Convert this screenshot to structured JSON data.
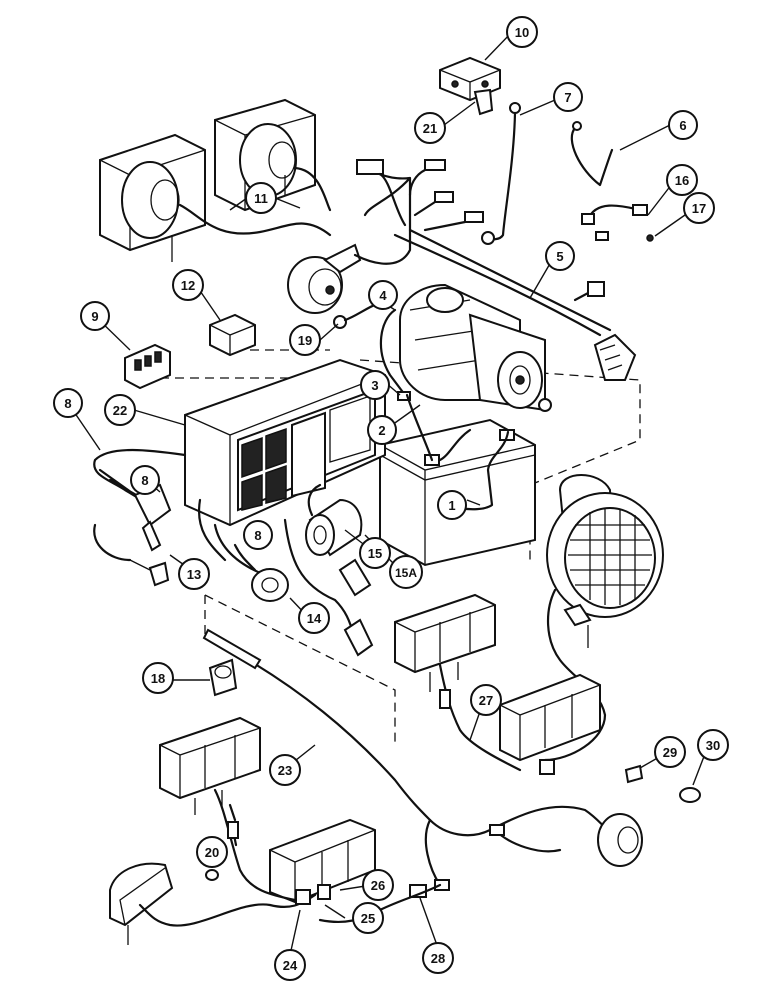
{
  "callouts": [
    {
      "id": "1",
      "label": "1"
    },
    {
      "id": "2",
      "label": "2"
    },
    {
      "id": "3",
      "label": "3"
    },
    {
      "id": "4",
      "label": "4"
    },
    {
      "id": "5",
      "label": "5"
    },
    {
      "id": "6",
      "label": "6"
    },
    {
      "id": "7",
      "label": "7"
    },
    {
      "id": "8a",
      "label": "8"
    },
    {
      "id": "8b",
      "label": "8"
    },
    {
      "id": "8c",
      "label": "8"
    },
    {
      "id": "9",
      "label": "9"
    },
    {
      "id": "10",
      "label": "10"
    },
    {
      "id": "11",
      "label": "11"
    },
    {
      "id": "12",
      "label": "12"
    },
    {
      "id": "13",
      "label": "13"
    },
    {
      "id": "14",
      "label": "14"
    },
    {
      "id": "15",
      "label": "15"
    },
    {
      "id": "15a",
      "label": "15A"
    },
    {
      "id": "16",
      "label": "16"
    },
    {
      "id": "17",
      "label": "17"
    },
    {
      "id": "18",
      "label": "18"
    },
    {
      "id": "19",
      "label": "19"
    },
    {
      "id": "20",
      "label": "20"
    },
    {
      "id": "21",
      "label": "21"
    },
    {
      "id": "22",
      "label": "22"
    },
    {
      "id": "23",
      "label": "23"
    },
    {
      "id": "24",
      "label": "24"
    },
    {
      "id": "25",
      "label": "25"
    },
    {
      "id": "26",
      "label": "26"
    },
    {
      "id": "27",
      "label": "27"
    },
    {
      "id": "28",
      "label": "28"
    },
    {
      "id": "29",
      "label": "29"
    },
    {
      "id": "30",
      "label": "30"
    }
  ]
}
